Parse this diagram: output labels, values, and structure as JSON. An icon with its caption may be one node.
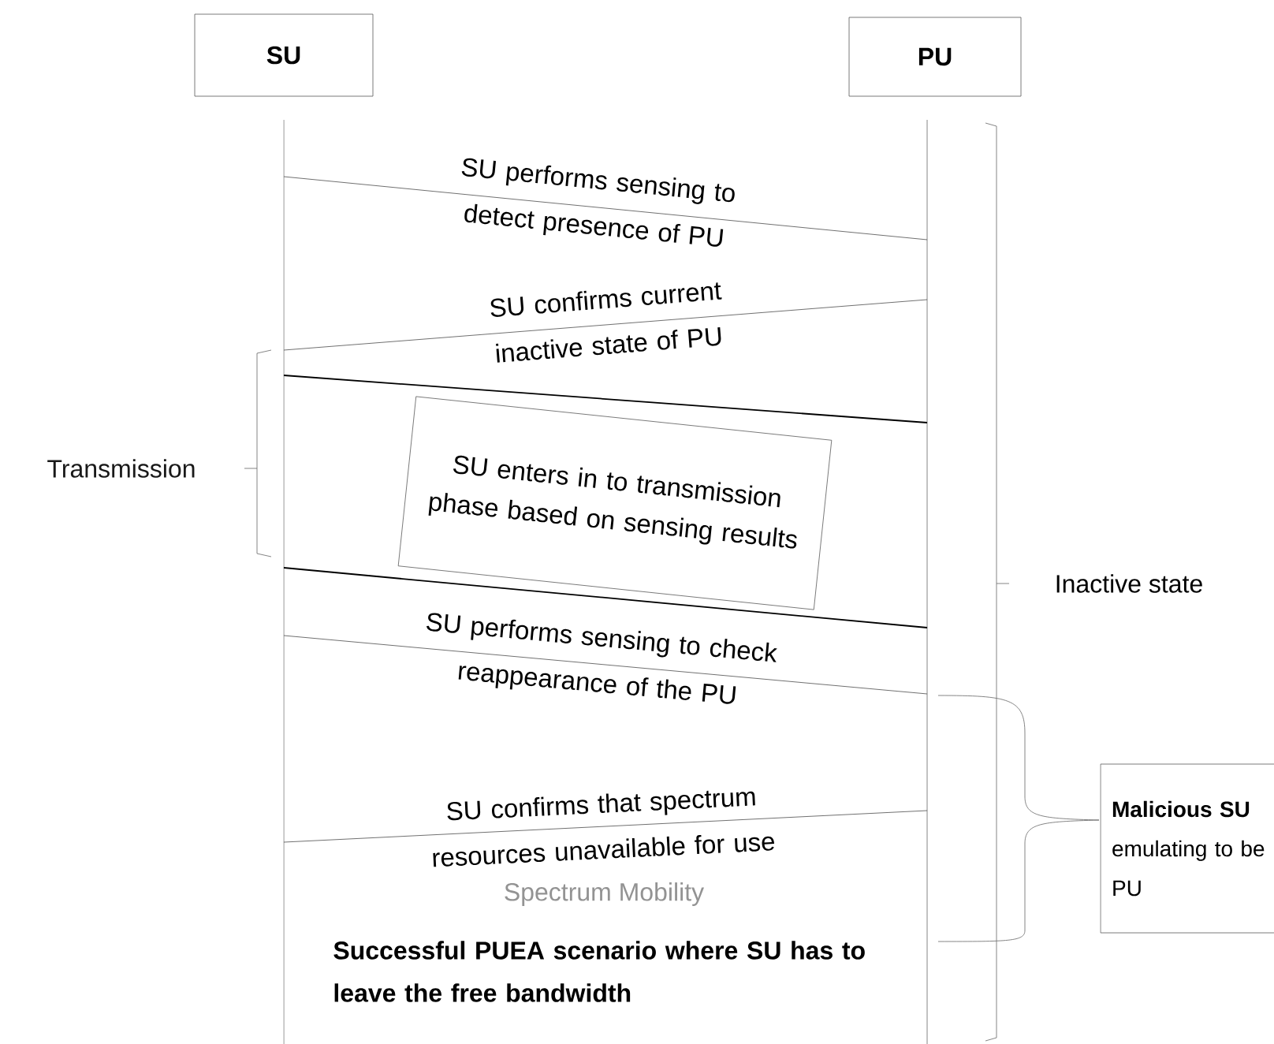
{
  "diagram": {
    "nodes": [
      {
        "text": [
          "SU"
        ]
      },
      {
        "text": [
          "PU"
        ]
      },
      {
        "text": [
          "SU enters in to transmission phase based on sensing results"
        ]
      },
      {
        "text": [
          "**Malicious SU** emulating to be PU"
        ]
      }
    ],
    "edges": [
      {
        "from": 0,
        "to": 1,
        "arrow": "none",
        "label": "SU performs sensing to detect presence of PU"
      },
      {
        "from": 1,
        "to": 0,
        "arrow": "none",
        "label": "SU confirms current inactive state of PU"
      },
      {
        "from": 0,
        "to": 1,
        "arrow": "none",
        "color": "#000000"
      },
      {
        "from": 0,
        "to": 1,
        "arrow": "none",
        "color": "#000000"
      },
      {
        "from": 0,
        "to": 1,
        "arrow": "none",
        "label": "SU performs sensing to check reappearance of the PU"
      },
      {
        "from": 1,
        "to": 0,
        "arrow": "none",
        "label": "SU confirms that spectrum resources unavailable for use"
      }
    ],
    "labels": [
      "Transmission",
      "Inactive state",
      "Spectrum Mobility",
      "Successful PUEA scenario where SU has to leave the free bandwidth"
    ]
  }
}
